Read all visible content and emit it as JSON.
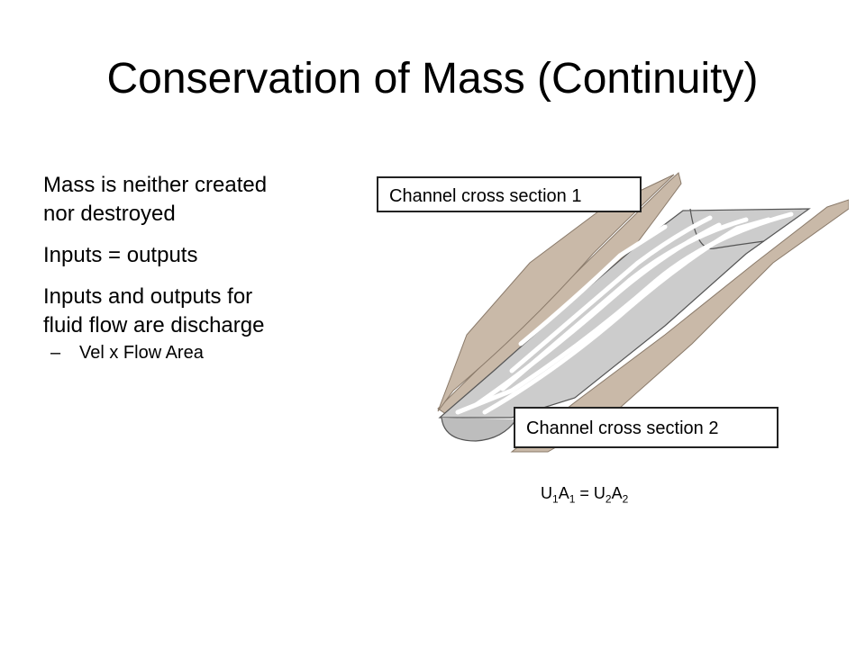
{
  "slide": {
    "title": "Conservation of Mass (Continuity)",
    "bullets": [
      {
        "line1": "Mass is neither created",
        "line2": "nor destroyed"
      },
      {
        "line1": "Inputs = outputs",
        "line2": ""
      },
      {
        "line1": "Inputs and outputs for",
        "line2": "fluid flow are discharge"
      }
    ],
    "sub_bullet": "Vel x Flow Area",
    "bullet_symbol": "•",
    "dash_symbol": "–"
  },
  "figure": {
    "label_section_1": "Channel cross section 1",
    "label_section_2": "Channel cross section 2",
    "colors": {
      "bank": "#c9b9a8",
      "water": "#cccccc",
      "streamline": "#ffffff",
      "outline": "#555555"
    }
  },
  "equation": {
    "u1": "U",
    "s1": "1",
    "a1": "A",
    "s2": "1",
    "eq": " = ",
    "u2": "U",
    "s3": "2",
    "a2": "A",
    "s4": "2"
  }
}
